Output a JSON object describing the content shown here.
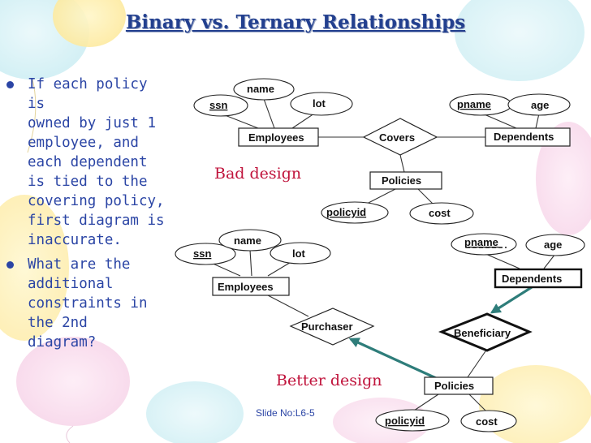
{
  "slide": {
    "title": "Binary vs. Ternary Relationships",
    "bullets": [
      {
        "lines": [
          "If each policy is",
          "owned by just 1",
          "employee, and",
          "each dependent",
          "is tied to the",
          "covering policy,",
          "first diagram is",
          "inaccurate."
        ]
      },
      {
        "lines": [
          "What are the",
          "additional",
          "constraints in",
          "the 2nd",
          "diagram?"
        ]
      }
    ],
    "bad_design_label": "Bad design",
    "better_design_label": "Better design",
    "slide_number": "Slide No:L6-5"
  },
  "diagram": {
    "top": {
      "employees": "Employees",
      "ssn": "ssn",
      "name": "name",
      "lot": "lot",
      "covers": "Covers",
      "dependents": "Dependents",
      "pname": "pname",
      "age": "age",
      "policies": "Policies",
      "policyid": "policyid",
      "cost": "cost"
    },
    "bottom": {
      "employees": "Employees",
      "ssn": "ssn",
      "name": "name",
      "lot": "lot",
      "purchaser": "Purchaser",
      "dependents": "Dependents",
      "pname": "pname",
      "age": "age",
      "beneficiary": "Beneficiary",
      "policies": "Policies",
      "policyid": "policyid",
      "cost": "cost"
    }
  },
  "colors": {
    "title": "#23408f",
    "bullet_text": "#2b45a5",
    "design_note": "#c0143c",
    "arrow": "#2e7d7a"
  }
}
